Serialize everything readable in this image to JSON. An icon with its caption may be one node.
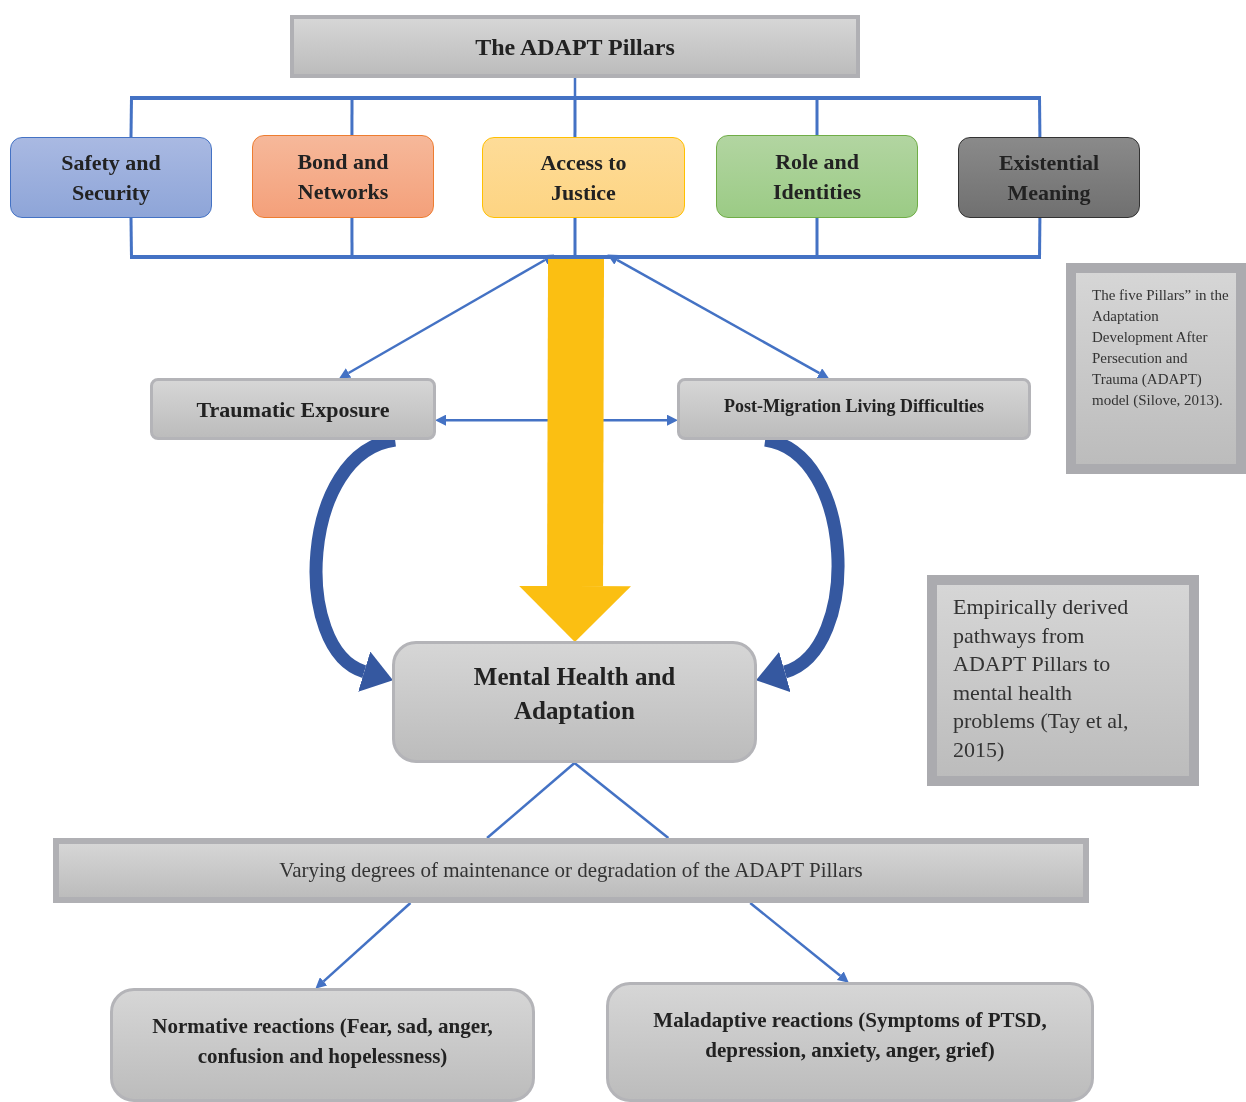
{
  "diagram": {
    "nodes": [
      {
        "text": [
          "The ADAPT Pillars"
        ]
      },
      {
        "text": [
          "Safety and Security"
        ]
      },
      {
        "text": [
          "Bond and Networks"
        ]
      },
      {
        "text": [
          "Access to Justice"
        ]
      },
      {
        "text": [
          "Role and Identities"
        ]
      },
      {
        "text": [
          "Existential Meaning"
        ]
      },
      {
        "text": [],
        "shape": "bar"
      },
      {
        "text": [
          "Traumatic Exposure"
        ]
      },
      {
        "text": [
          "Post-Migration Living Difficulties"
        ]
      },
      {
        "text": [
          "The five Pillars” in the Adaptation Development After Persecution and Trauma (ADAPT) model (Silove, 2013)."
        ]
      },
      {
        "text": [
          "Mental Health and Adaptation"
        ]
      },
      {
        "text": [
          "Empirically derived pathways from ADAPT Pillars to mental health problems (Tay et al, 2015)"
        ]
      },
      {
        "text": [
          "Varying degrees of maintenance or degradation of the ADAPT Pillars"
        ]
      },
      {
        "text": [
          "Normative reactions (Fear, sad, anger, confusion and hopelessness)"
        ]
      },
      {
        "text": [
          "Maladaptive reactions (Symptoms of PTSD, depression, anxiety, anger, grief)"
        ]
      },
      {
        "text": [],
        "shape": "bar"
      }
    ],
    "edges": [
      {
        "from": 0,
        "to": 6,
        "arrow": "none"
      },
      {
        "from": 7,
        "to": 15,
        "arrow": "both"
      },
      {
        "from": 8,
        "to": 15,
        "arrow": "both"
      },
      {
        "from": 7,
        "to": 8,
        "arrow": "both"
      },
      {
        "from": 15,
        "to": 10,
        "arrow": "to",
        "style": "thick",
        "color": "#fbbf12"
      },
      {
        "from": 7,
        "to": 10,
        "arrow": "to",
        "style": "thick",
        "color": "#3558a0"
      },
      {
        "from": 8,
        "to": 10,
        "arrow": "to",
        "style": "thick",
        "color": "#3558a0"
      },
      {
        "from": 10,
        "to": 12,
        "arrow": "none"
      },
      {
        "from": 10,
        "to": 12,
        "arrow": "none"
      },
      {
        "from": 12,
        "to": 13,
        "arrow": "to"
      },
      {
        "from": 12,
        "to": 14,
        "arrow": "to"
      },
      {
        "from": 1,
        "to": 15,
        "arrow": "none"
      },
      {
        "from": 2,
        "to": 15,
        "arrow": "none"
      },
      {
        "from": 3,
        "to": 15,
        "arrow": "none"
      },
      {
        "from": 4,
        "to": 15,
        "arrow": "none"
      },
      {
        "from": 5,
        "to": 15,
        "arrow": "none"
      },
      {
        "from": 6,
        "to": 1,
        "arrow": "none"
      },
      {
        "from": 6,
        "to": 2,
        "arrow": "none"
      },
      {
        "from": 6,
        "to": 3,
        "arrow": "none"
      },
      {
        "from": 6,
        "to": 4,
        "arrow": "none"
      },
      {
        "from": 6,
        "to": 5,
        "arrow": "none"
      }
    ]
  }
}
